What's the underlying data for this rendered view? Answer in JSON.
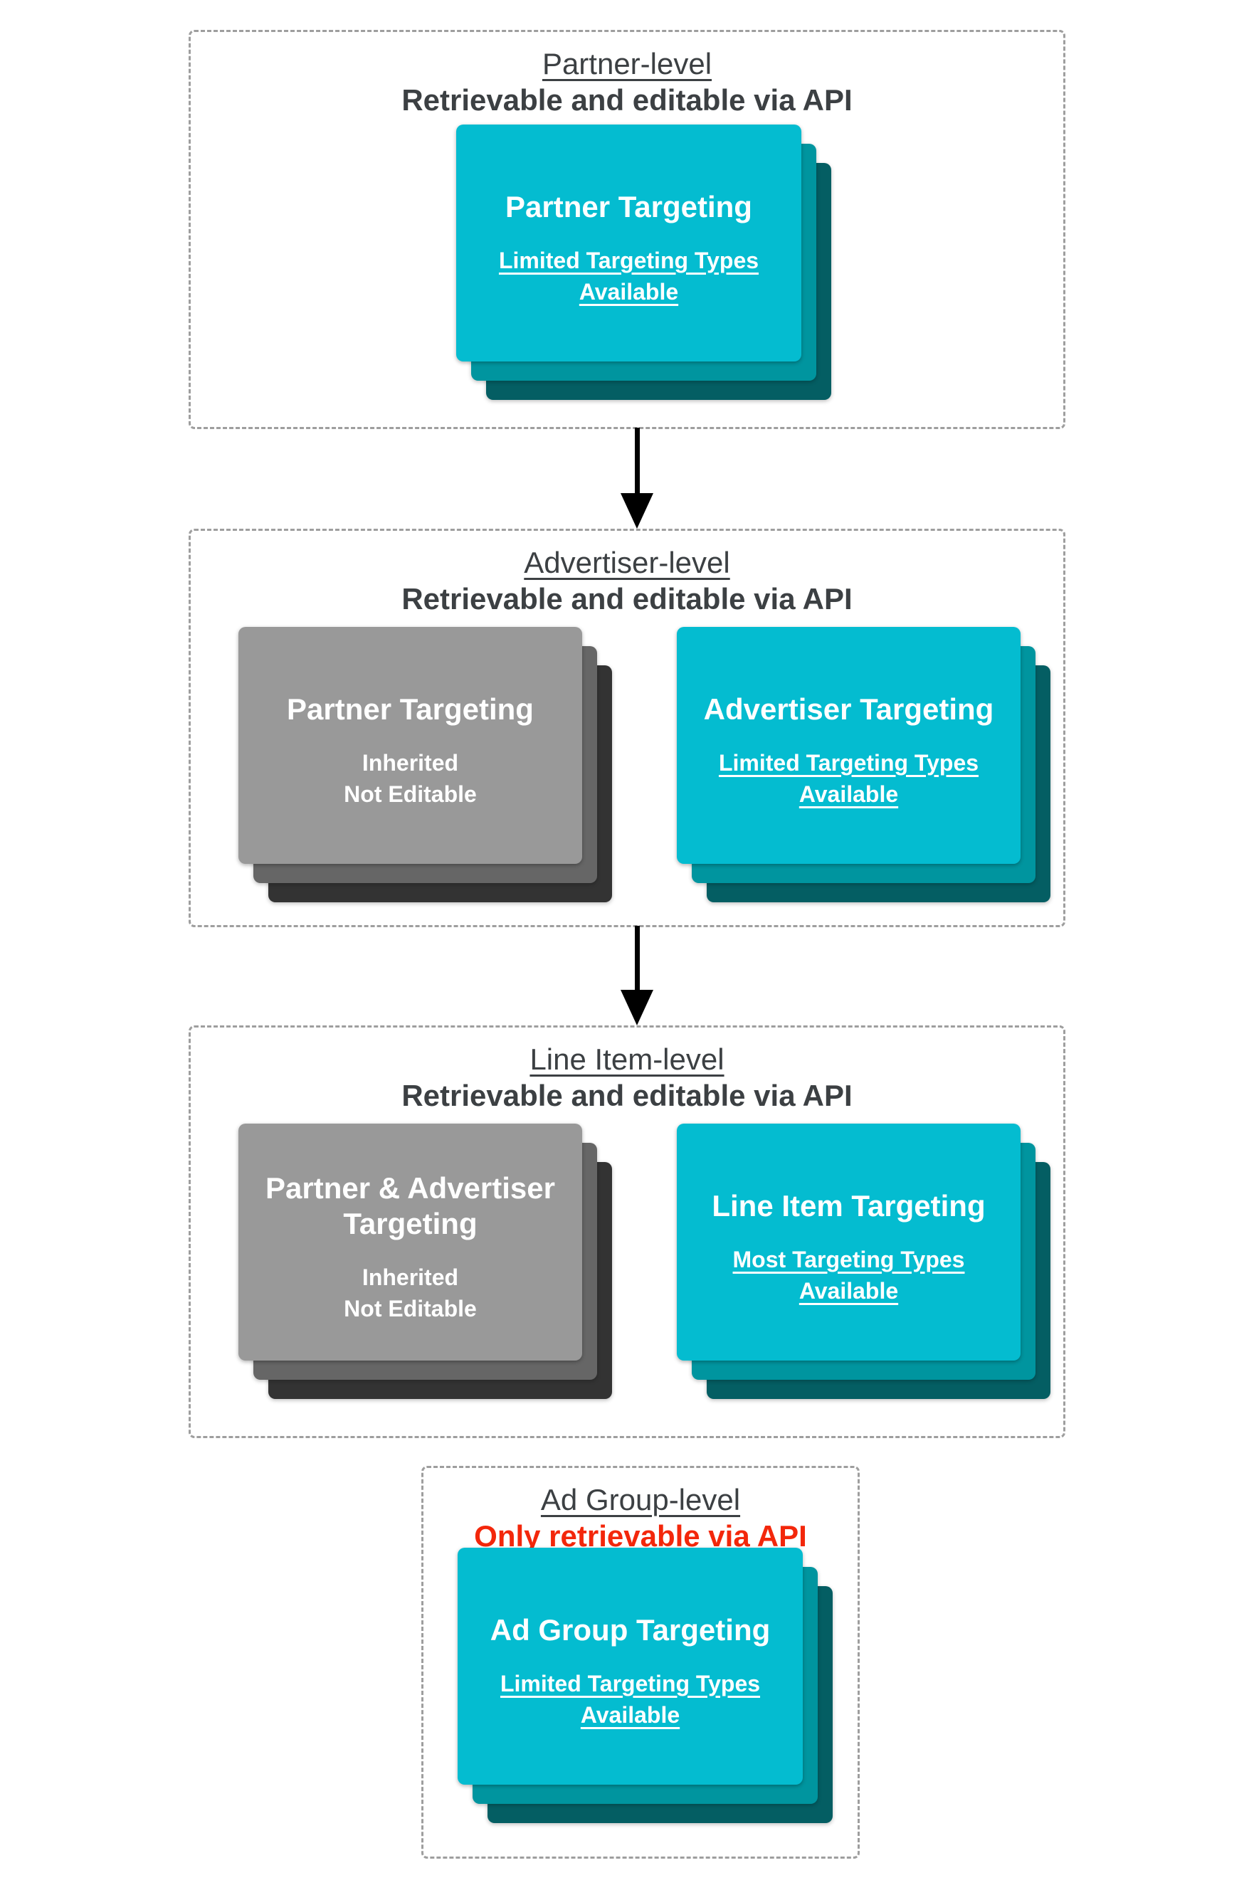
{
  "colors": {
    "cyan_front": "#04BCD0",
    "cyan_mid": "#00959F",
    "cyan_back": "#045E63",
    "gray_front": "#999999",
    "gray_mid": "#666666",
    "gray_back": "#333333",
    "heading": "#3C4043",
    "red": "#F3270B",
    "border": "#9E9E9E",
    "arrow": "#000000"
  },
  "icons": {
    "down_arrow": "solid black downward triangle arrow connecting levels"
  },
  "sections": [
    {
      "title": "Partner-level",
      "subtitle": "Retrievable and editable via API",
      "subtitle_emphasis": "dark",
      "cards": [
        {
          "style": "cyan",
          "title": "Partner Targeting",
          "lines": [
            "Limited Targeting Types",
            "Available"
          ],
          "underlined": true
        }
      ]
    },
    {
      "title": "Advertiser-level",
      "subtitle": "Retrievable and editable via API",
      "subtitle_emphasis": "dark",
      "cards": [
        {
          "style": "gray",
          "title": "Partner Targeting",
          "lines": [
            "Inherited",
            "Not Editable"
          ],
          "underlined": false
        },
        {
          "style": "cyan",
          "title": "Advertiser Targeting",
          "lines": [
            "Limited Targeting Types",
            "Available"
          ],
          "underlined": true
        }
      ]
    },
    {
      "title": "Line Item-level",
      "subtitle": "Retrievable and editable via API",
      "subtitle_emphasis": "dark",
      "cards": [
        {
          "style": "gray",
          "title": "Partner & Advertiser Targeting",
          "lines": [
            "Inherited",
            "Not Editable"
          ],
          "underlined": false
        },
        {
          "style": "cyan",
          "title": "Line Item Targeting",
          "lines": [
            "Most Targeting Types",
            "Available"
          ],
          "underlined": true
        }
      ]
    },
    {
      "title": "Ad Group-level",
      "subtitle": "Only retrievable via API",
      "subtitle_emphasis": "red",
      "cards": [
        {
          "style": "cyan",
          "title": "Ad Group Targeting",
          "lines": [
            "Limited Targeting Types",
            "Available"
          ],
          "underlined": true
        }
      ]
    }
  ]
}
